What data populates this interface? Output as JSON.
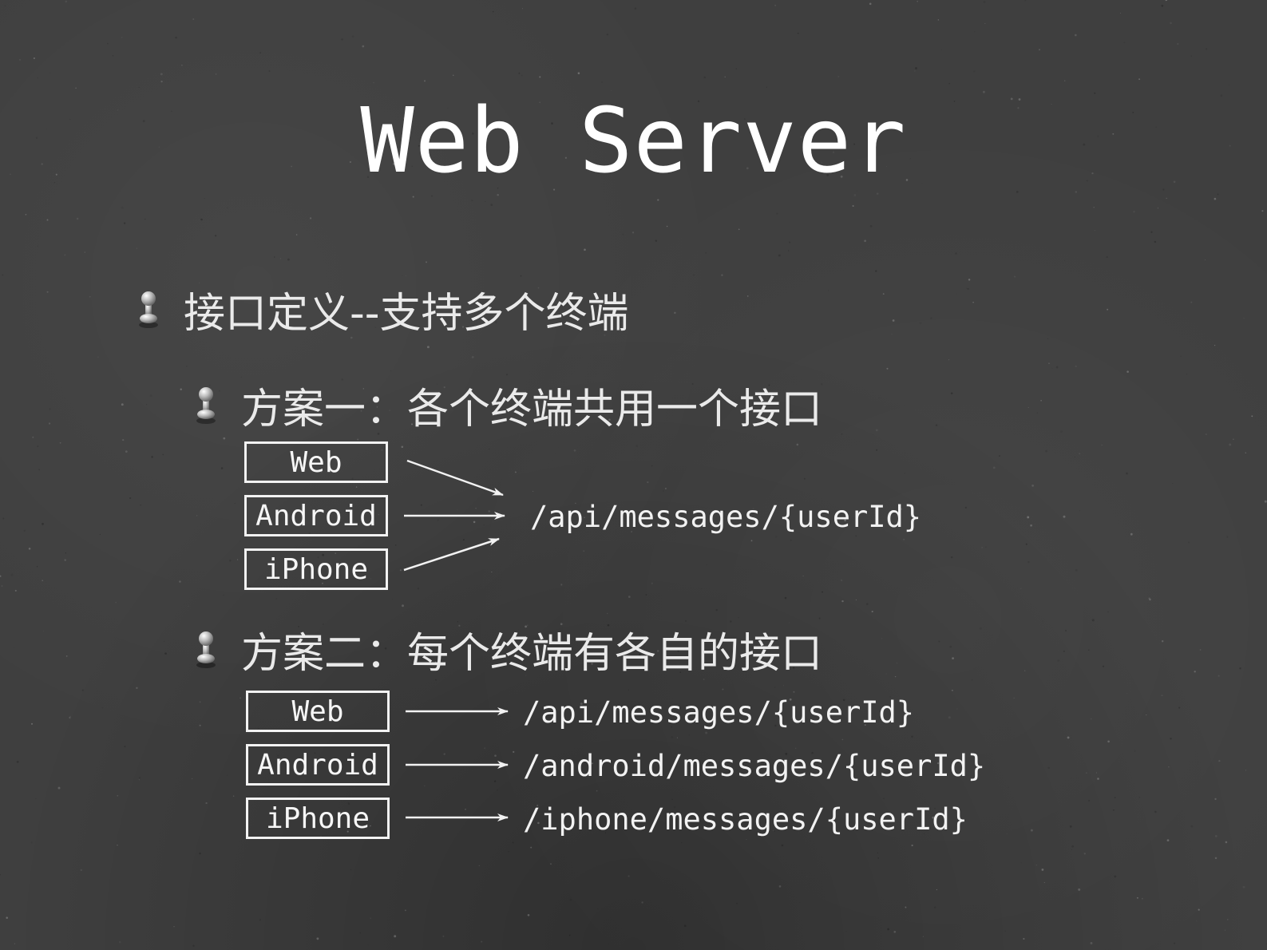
{
  "title": "Web Server",
  "bullet_main": "接口定义--支持多个终端",
  "scheme1": {
    "label": "方案一：各个终端共用一个接口",
    "clients": [
      "Web",
      "Android",
      "iPhone"
    ],
    "endpoint": "/api/messages/{userId}"
  },
  "scheme2": {
    "label": "方案二：每个终端有各自的接口",
    "clients": [
      "Web",
      "Android",
      "iPhone"
    ],
    "endpoints": [
      "/api/messages/{userId}",
      "/android/messages/{userId}",
      "/iphone/messages/{userId}"
    ]
  },
  "colors": {
    "background": "#3f3f3f",
    "text": "#f2f2f2"
  },
  "icons": {
    "bullet": "pushpin-icon"
  }
}
